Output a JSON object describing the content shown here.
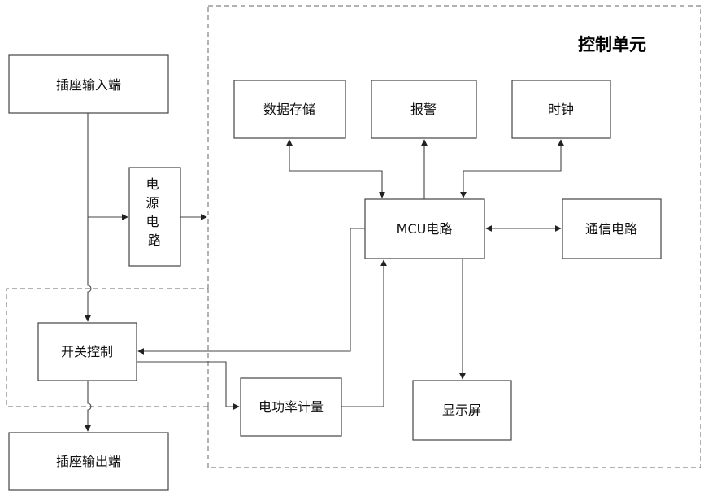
{
  "diagram": {
    "title": "控制单元",
    "nodes": {
      "socket_input": "插座输入端",
      "power_supply": "电源电路",
      "switch_control": "开关控制",
      "socket_output": "插座输出端",
      "data_storage": "数据存储",
      "alarm": "报警",
      "clock": "时钟",
      "mcu": "MCU电路",
      "communication": "通信电路",
      "power_meter": "电功率计量",
      "display": "显示屏"
    }
  }
}
